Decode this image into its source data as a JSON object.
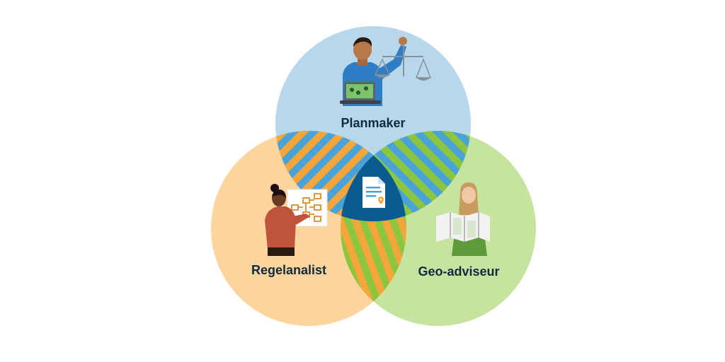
{
  "diagram": {
    "type": "venn",
    "circles": [
      {
        "id": "planmaker",
        "label": "Planmaker",
        "color": "#b7d8ec",
        "figure_icon": "person-with-scales-and-laptop-icon"
      },
      {
        "id": "regelanalist",
        "label": "Regelanalist",
        "color": "#fdd49e",
        "figure_icon": "person-with-flowchart-icon"
      },
      {
        "id": "geo-adviseur",
        "label": "Geo-adviseur",
        "color": "#c6e3a0",
        "figure_icon": "person-with-map-icon"
      }
    ],
    "center_icon": "document-with-location-pin-icon",
    "colors": {
      "blue_stripe": "#4aa3d8",
      "orange_stripe": "#f4a63b",
      "green_stripe": "#8cc63f",
      "center": "#0a5b91"
    }
  }
}
